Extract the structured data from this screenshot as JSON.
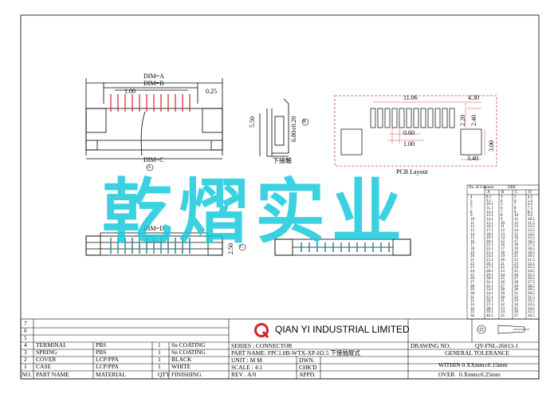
{
  "drawing": {
    "top_view": {
      "dim_a": "DIM=A",
      "dim_b": "DIM=B",
      "pitch": "1.00",
      "pin_w": "0.25",
      "dim_c": "DIM=C",
      "circle_a": "A"
    },
    "side_view": {
      "h1": "5.50",
      "h2": "6.80±0.20",
      "circle_b": "B",
      "caption": "下接触"
    },
    "pcb": {
      "d_1106": "11.06",
      "d_430": "4.30",
      "d_220": "2.20",
      "d_240": "2.40",
      "d_060": "0.60",
      "d_100": "1.00",
      "d_300": "3.00",
      "d_340": "3.40",
      "caption": "PCB Layout"
    },
    "bottom_view": {
      "dim_d": "DIM=D",
      "h": "2.50",
      "circle_c": "C"
    }
  },
  "watermark": "乾熠实业",
  "dim_table": {
    "header_left": "No. of Contacts",
    "header_group": "DIM",
    "columns": [
      "A",
      "B",
      "C",
      "D"
    ],
    "rows": [
      [
        "4",
        "8.1",
        "3",
        "5",
        "4.5"
      ],
      [
        "5",
        "9.1",
        "4",
        "6",
        "5.5"
      ],
      [
        "6",
        "10.1",
        "5",
        "7",
        "6.5"
      ],
      [
        "7",
        "11.1",
        "6",
        "8",
        "7.5"
      ],
      [
        "8",
        "12.1",
        "7",
        "9",
        "8.5"
      ],
      [
        "9",
        "13.1",
        "8",
        "10",
        "9.5"
      ],
      [
        "10",
        "14.1",
        "9",
        "11",
        "10.5"
      ],
      [
        "11",
        "15.1",
        "10",
        "12",
        "11.5"
      ],
      [
        "12",
        "16.1",
        "11",
        "13",
        "12.5"
      ],
      [
        "13",
        "17.1",
        "12",
        "14",
        "13.5"
      ],
      [
        "14",
        "18.1",
        "13",
        "15",
        "14.5"
      ],
      [
        "15",
        "19.1",
        "14",
        "16",
        "15.5"
      ],
      [
        "16",
        "20.1",
        "15",
        "17",
        "16.5"
      ],
      [
        "17",
        "21.1",
        "16",
        "18",
        "17.5"
      ],
      [
        "18",
        "22.1",
        "17",
        "19",
        "18.5"
      ],
      [
        "19",
        "23.1",
        "18",
        "20",
        "19.5"
      ],
      [
        "20",
        "24.1",
        "19",
        "21",
        "20.5"
      ],
      [
        "21",
        "25.1",
        "20",
        "22",
        "21.5"
      ],
      [
        "22",
        "26.1",
        "21",
        "23",
        "22.5"
      ],
      [
        "23",
        "27.1",
        "22",
        "24",
        "23.5"
      ],
      [
        "24",
        "28.1",
        "23",
        "25",
        "24.5"
      ],
      [
        "25",
        "29.1",
        "24",
        "26",
        "25.5"
      ],
      [
        "26",
        "30.1",
        "25",
        "27",
        "26.5"
      ],
      [
        "27",
        "31.1",
        "26",
        "28",
        "27.5"
      ],
      [
        "28",
        "32.1",
        "27",
        "29",
        "28.5"
      ],
      [
        "29",
        "33.1",
        "28",
        "30",
        "29.5"
      ],
      [
        "30",
        "34.1",
        "29",
        "31",
        "30.5"
      ],
      [
        "31",
        "35.1",
        "30",
        "32",
        "31.5"
      ],
      [
        "32",
        "36.1",
        "31",
        "33",
        "32.5"
      ],
      [
        "33",
        "37.1",
        "32",
        "34",
        "33.5"
      ],
      [
        "34",
        "38.1",
        "33",
        "35",
        "34.5"
      ],
      [
        "35",
        "39.1",
        "34",
        "36",
        "35.5"
      ],
      [
        "36",
        "40.1",
        "35",
        "37",
        "36.5"
      ]
    ]
  },
  "bom": {
    "rows": [
      {
        "no": "7",
        "part": "",
        "material": "",
        "qty": "",
        "finishing": ""
      },
      {
        "no": "6",
        "part": "",
        "material": "",
        "qty": "",
        "finishing": ""
      },
      {
        "no": "5",
        "part": "",
        "material": "",
        "qty": "",
        "finishing": ""
      },
      {
        "no": "4",
        "part": "TERMINAL",
        "material": "PBS",
        "qty": "1",
        "finishing": "Sn COATING"
      },
      {
        "no": "3",
        "part": "SPRING",
        "material": "PBS",
        "qty": "1",
        "finishing": "Sn COATING"
      },
      {
        "no": "2",
        "part": "COVER",
        "material": "LCP/PPA",
        "qty": "1",
        "finishing": "BLACK"
      },
      {
        "no": "1",
        "part": "CASE",
        "material": "LCP/PPA",
        "qty": "1",
        "finishing": "WHITE"
      }
    ],
    "header": {
      "no": "NO.",
      "part": "PART NAME",
      "material": "MATERIAL",
      "qty": "QTY",
      "finishing": "FINISHING"
    }
  },
  "title_block": {
    "company": "QIAN YI INDUSTRIAL LIMITED",
    "series": "SERIES : CONNECTOR",
    "part_name": "PART NAME: FPC1.0B-WTX-XP-H2.5 下接抽屉式",
    "unit": "UNIT : M M",
    "scale": "SCALE : 4:1",
    "rev": "REV . A/0",
    "dwn": "DWN.",
    "chkd": "CHK'D",
    "appd": "APPD.",
    "drawing_no_label": "DRAWING NO:",
    "drawing_no": "QY-FNL-26013-1",
    "general_tolerance": "GENERAL TOLERANCE",
    "tol_1": "WITHIN 0.XXmm±0.15mm",
    "tol_2": "OVER   0.Xmm±0.25mm"
  },
  "colors": {
    "logo_red": "#d0222a",
    "pcb_red": "#e04040",
    "watermark": "#19c9dc"
  }
}
